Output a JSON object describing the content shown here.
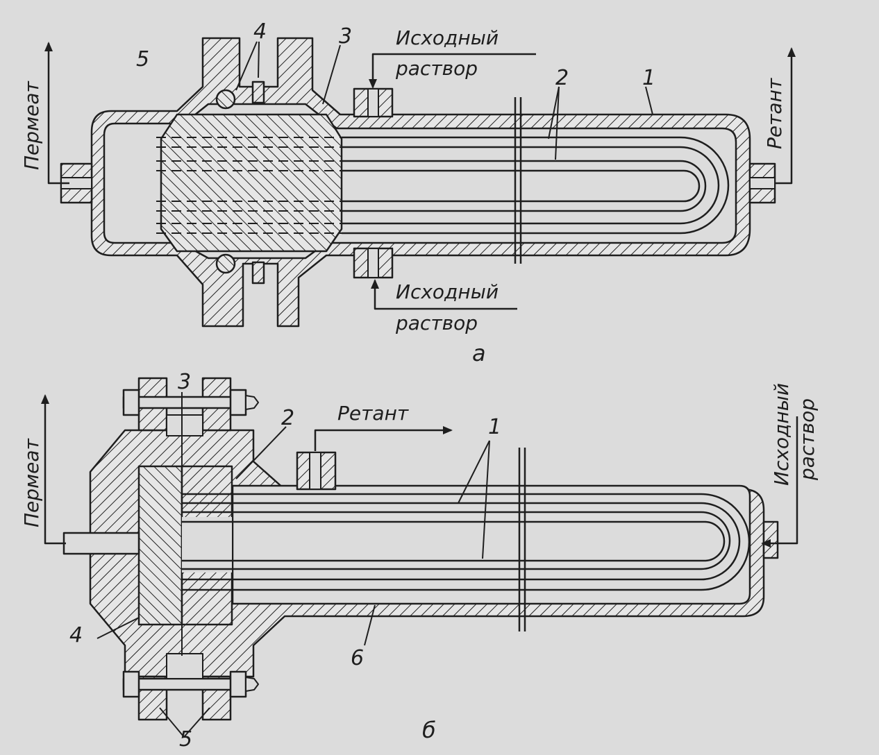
{
  "fig_a": {
    "caption": "а",
    "labels": {
      "permeate": "Пермеат",
      "retentate": "Ретант",
      "feed_top_1": "Исходный",
      "feed_top_2": "раствор",
      "feed_bottom_1": "Исходный",
      "feed_bottom_2": "раствор"
    },
    "callouts": {
      "c1": "1",
      "c2": "2",
      "c3": "3",
      "c4": "4",
      "c5": "5"
    }
  },
  "fig_b": {
    "caption": "б",
    "labels": {
      "permeate": "Пермеат",
      "retentate": "Ретант",
      "feed_1": "Исходный",
      "feed_2": "раствор"
    },
    "callouts": {
      "c1": "1",
      "c2": "2",
      "c3": "3",
      "c4": "4",
      "c5": "5",
      "c6": "6"
    }
  }
}
